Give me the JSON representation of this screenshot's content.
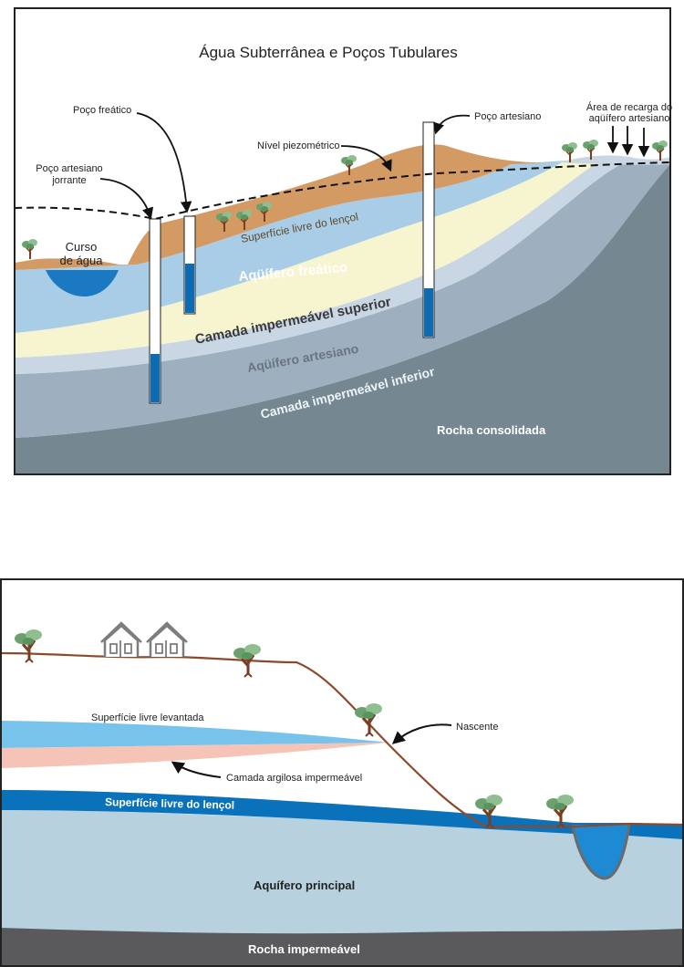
{
  "top": {
    "title": "Água Subterrânea e Poços Tubulares",
    "labels": {
      "poco_freatico": "Poço freático",
      "poco_artesiano": "Poço artesiano",
      "poco_artesiano_jorrante_1": "Poço artesiano",
      "poco_artesiano_jorrante_2": "jorrante",
      "nivel_piezometrico": "Nível piezométrico",
      "area_recarga_1": "Área de recarga do",
      "area_recarga_2": "aqüífero artesiano",
      "curso_agua_1": "Curso",
      "curso_agua_2": "de água",
      "superficie_livre": "Superfície livre do lençol",
      "aquifero_freatico": "Aqüífero freático",
      "camada_superior": "Camada impermeável superior",
      "aquifero_artesiano": "Aqüífero artesiano",
      "camada_inferior": "Camada impermeável inferior",
      "rocha_consolidada": "Rocha consolidada"
    },
    "colors": {
      "soil": "#d49a63",
      "aquifer_phreatic": "#a9cde6",
      "impermeable_upper": "#f7f5cf",
      "aquifer_artesian": "#c9d6e3",
      "impermeable_lower": "#9eb0c0",
      "bedrock": "#758892",
      "water": "#1a79c1",
      "well_water": "#0c6cb3"
    }
  },
  "bottom": {
    "labels": {
      "superficie_levantada": "Superfície livre levantada",
      "nascente": "Nascente",
      "camada_argilosa": "Camada argilosa impermeável",
      "superficie_lencol": "Superfície livre do lençol",
      "aquifero_principal": "Aquífero principal",
      "rocha_impermeavel": "Rocha impermeável"
    },
    "colors": {
      "perched_water": "#78c3ec",
      "clay": "#f6c4b6",
      "water_table": "#0a72bb",
      "aquifer": "#b8d1df",
      "bedrock": "#5a5a5c",
      "ground_line": "#8b4a2b",
      "house": "#7d7d7d",
      "stream": "#1e8ad3"
    }
  }
}
